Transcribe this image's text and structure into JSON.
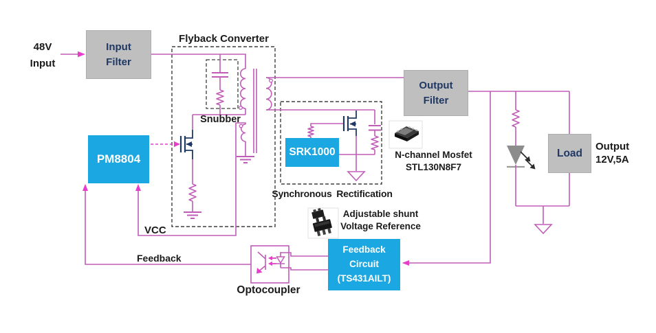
{
  "colors": {
    "wire": "#C05CB8",
    "arrow": "#E83CCB",
    "block_blue": "#1BA7E2",
    "block_gray": "#BFBFBF",
    "navy_text": "#1F3864",
    "mosfet_symbol": "#1F3864",
    "label_text": "#1A1A1A",
    "led_fill": "#8C8C8C"
  },
  "labels": {
    "source_line1": "48V",
    "source_line2": "Input",
    "flyback_converter": "Flyback Converter",
    "snubber": "Snubber",
    "synchronous_rectification": "Synchronous Rectification",
    "vcc": "VCC",
    "feedback": "Feedback",
    "optocoupler": "Optocoupler",
    "mosfet_line1": "N-channel Mosfet",
    "mosfet_line2": "STL130N8F7",
    "shunt_line1": "Adjustable shunt",
    "shunt_line2": "Voltage Reference",
    "output_line1": "Output",
    "output_line2": "12V,5A"
  },
  "blocks": {
    "input_filter_line1": "Input",
    "input_filter_line2": "Filter",
    "output_filter_line1": "Output",
    "output_filter_line2": "Filter",
    "load": "Load",
    "controller": "PM8804",
    "sync_controller": "SRK1000",
    "feedback_circuit_line1": "Feedback",
    "feedback_circuit_line2": "Circuit",
    "feedback_circuit_line3": "(TS431AILT)"
  }
}
